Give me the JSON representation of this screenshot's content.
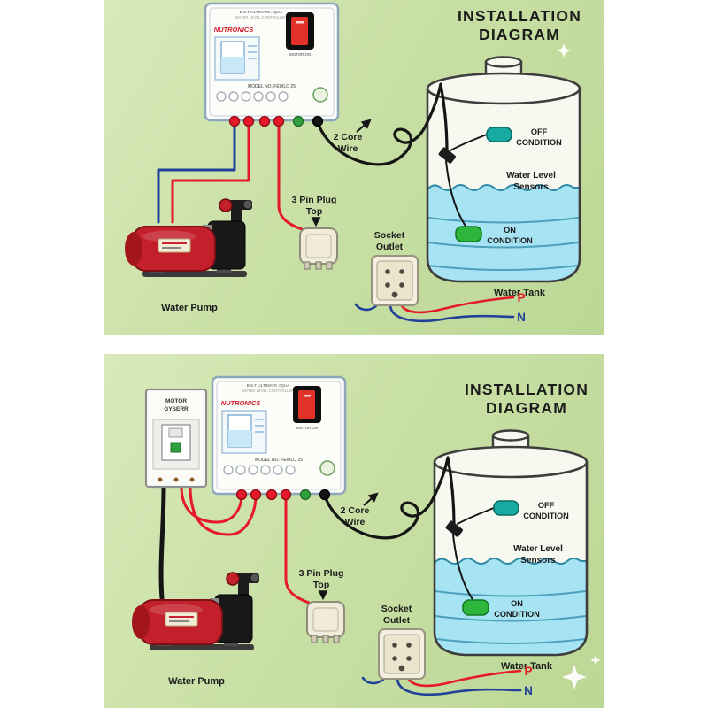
{
  "colors": {
    "panel_green": "#c9e0a6",
    "water": "#a6e3f3",
    "float_off": "#17aaa3",
    "float_on": "#2eb63c",
    "wire_red": "#e5192a",
    "wire_blue": "#20409a",
    "wire_black": "#151515",
    "pump_red": "#c3202b",
    "phase_label_color": "#e5192a",
    "neutral_label_color": "#20409a"
  },
  "panels": [
    {
      "title_1": "INSTALLATION",
      "title_2": "DIAGRAM",
      "controller": {
        "header_1": "B.S.T ULTIMATE AQUA",
        "header_2": "WATER LEVEL CONTROLLER",
        "brand": "NUTRONICS",
        "switch_label": "MOTOR ON",
        "model": "MODEL NO. FEWLO 25"
      },
      "wire_label_1": "2 Core",
      "wire_label_2": "Wire",
      "plug_label_1": "3 Pin Plug",
      "plug_label_2": "Top",
      "socket_label_1": "Socket",
      "socket_label_2": "Outlet",
      "off_1": "OFF",
      "off_2": "CONDITION",
      "sensor_1": "Water Level",
      "sensor_2": "Sensors",
      "on_1": "ON",
      "on_2": "CONDITION",
      "tank_label": "Water Tank",
      "pump_label": "Water Pump",
      "phase": "P",
      "neutral": "N"
    },
    {
      "title_1": "INSTALLATION",
      "title_2": "DIAGRAM",
      "controller": {
        "header_1": "B.S.T ULTIMATE AQUA",
        "header_2": "WATER LEVEL CONTROLLER",
        "brand": "NUTRONICS",
        "switch_label": "MOTOR ON",
        "model": "MODEL NO. FEWLO 25"
      },
      "starter": {
        "line1": "MOTOR",
        "line2": "GYSERR"
      },
      "wire_label_1": "2 Core",
      "wire_label_2": "Wire",
      "plug_label_1": "3 Pin Plug",
      "plug_label_2": "Top",
      "socket_label_1": "Socket",
      "socket_label_2": "Outlet",
      "off_1": "OFF",
      "off_2": "CONDITION",
      "sensor_1": "Water Level",
      "sensor_2": "Sensors",
      "on_1": "ON",
      "on_2": "CONDITION",
      "tank_label": "Water Tank",
      "pump_label": "Water Pump",
      "phase": "P",
      "neutral": "N"
    }
  ]
}
